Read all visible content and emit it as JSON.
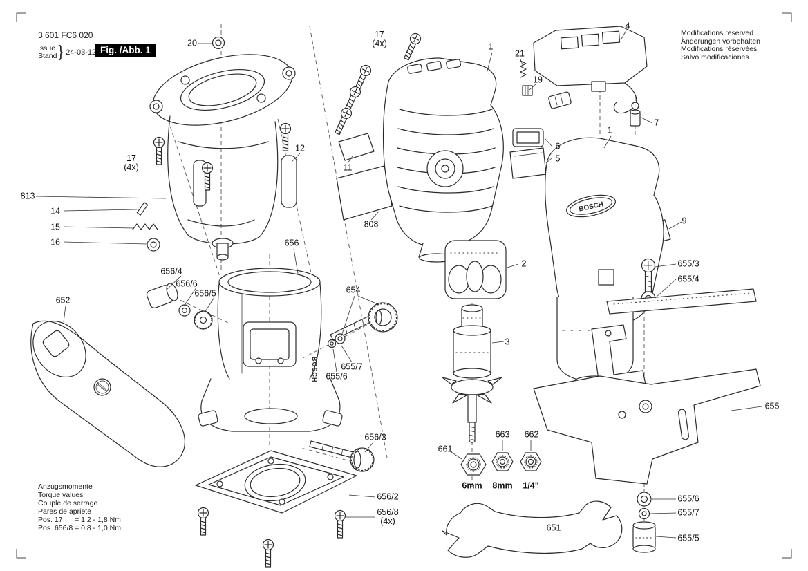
{
  "brand": "BOSCH",
  "header": {
    "part_number": "3 601 FC6 020",
    "issue_label": "Issue",
    "stand_label": "Stand",
    "brace": "}",
    "date": "24-03-12",
    "figure_label": "Fig. /Abb. 1"
  },
  "modifications": {
    "lines": [
      "Modifications reserved",
      "Änderungen vorbehalten",
      "Modifications réservées",
      "Salvo modificaciones"
    ]
  },
  "torque_note": {
    "lines": [
      "Anzugsmomente",
      "Torque values",
      "Couple de serrage",
      "Pares de apriete",
      "Pos. 17      = 1,2 - 1,8 Nm",
      "Pos. 656/8 = 0,8 - 1,0 Nm"
    ]
  },
  "labels": {
    "p20": "20",
    "p17_top": "17\n(4x)",
    "p17_left": "17\n(4x)",
    "p1_left": "1",
    "p1_right": "1",
    "p21": "21",
    "p19": "19",
    "p4": "4",
    "p7": "7",
    "p6": "6",
    "p5": "5",
    "p11": "11",
    "p12": "12",
    "p813": "813",
    "p14": "14",
    "p15": "15",
    "p16": "16",
    "p656": "656",
    "p808": "808",
    "p2": "2",
    "p9": "9",
    "p655_3": "655/3",
    "p655_4": "655/4",
    "p656_4": "656/4",
    "p656_6": "656/6",
    "p656_5": "656/5",
    "p652": "652",
    "p654": "654",
    "p3": "3",
    "p655_7_mid": "655/7",
    "p655_6_mid": "655/6",
    "p655": "655",
    "p656_3": "656/3",
    "p661": "661",
    "p663": "663",
    "p662": "662",
    "p6mm": "6mm",
    "p8mm": "8mm",
    "p quarter": "1/4\"",
    "p656_2": "656/2",
    "p656_8": "656/8\n(4x)",
    "p651": "651",
    "p655_6_bot": "655/6",
    "p655_7_bot": "655/7",
    "p655_5": "655/5"
  }
}
